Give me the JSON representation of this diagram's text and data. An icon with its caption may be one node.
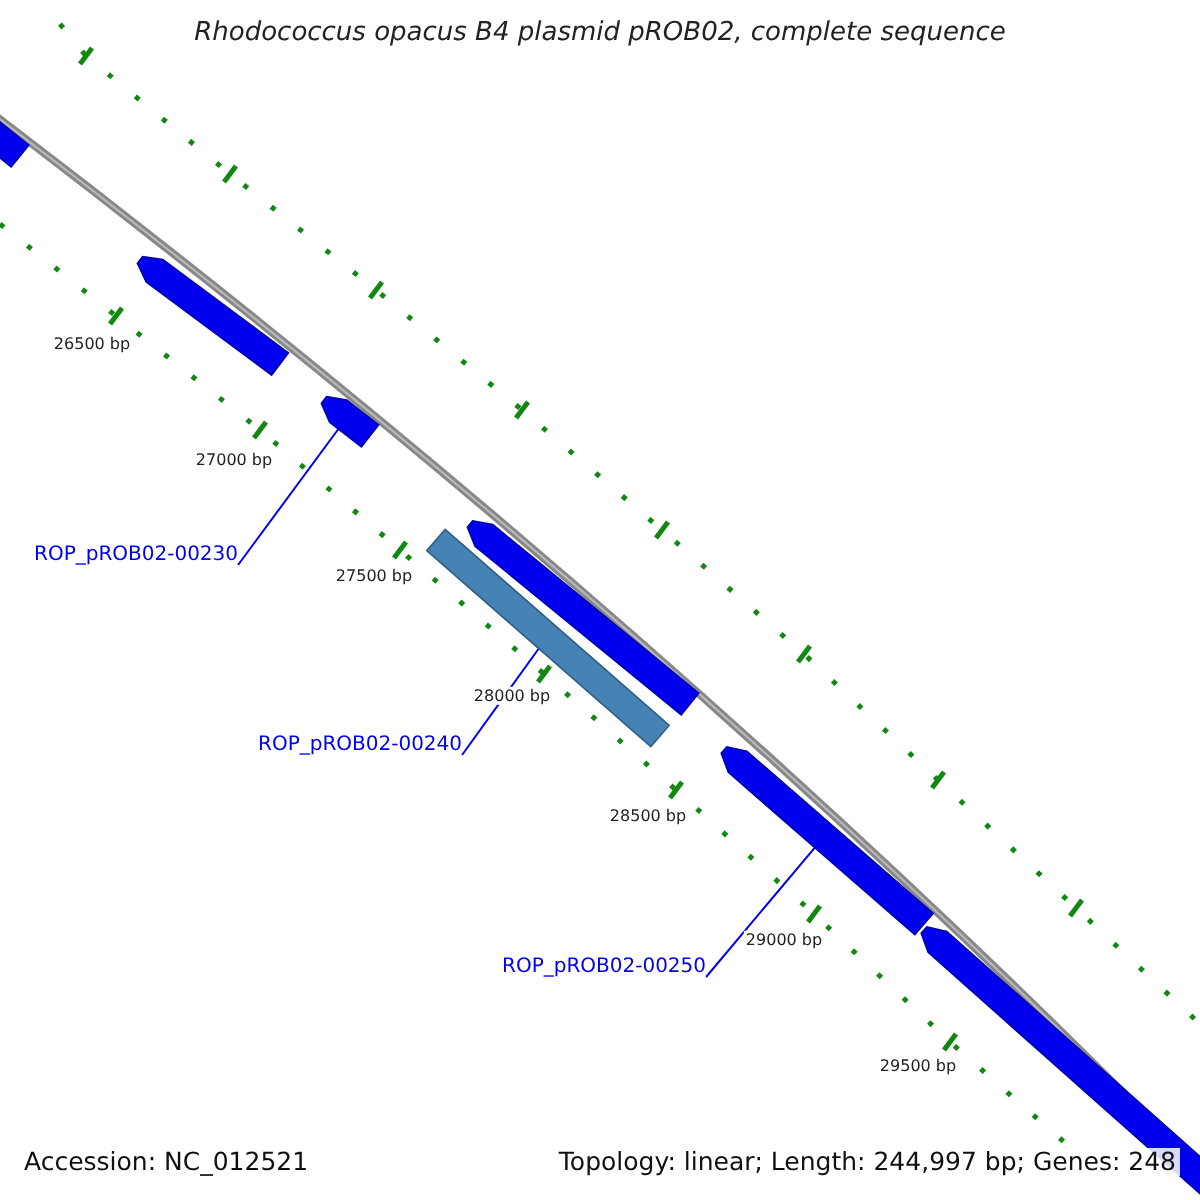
{
  "diagram": {
    "title": "Rhodococcus opacus B4 plasmid pROB02, complete sequence",
    "nodes": [
      {
        "text": [],
        "shape": "bar"
      },
      {
        "text": [
          "ROP_pROB02-00230"
        ]
      },
      {
        "text": [],
        "shape": "bar"
      },
      {
        "text": [
          "ROP_pROB02-00240"
        ]
      },
      {
        "text": [],
        "shape": "bar"
      },
      {
        "text": [
          "ROP_pROB02-00250"
        ]
      }
    ],
    "edges": [
      {
        "from": 1,
        "to": 0,
        "arrow": "none"
      },
      {
        "from": 3,
        "to": 2,
        "arrow": "none"
      },
      {
        "from": 5,
        "to": 4,
        "arrow": "none"
      }
    ],
    "labels": [
      "26500 bp",
      "27000 bp",
      "27500 bp",
      "28000 bp",
      "28500 bp",
      "29000 bp",
      "29500 bp",
      "Accession: NC_012521",
      "Topology: linear; Length: 244,997 bp; Genes: 248"
    ]
  }
}
